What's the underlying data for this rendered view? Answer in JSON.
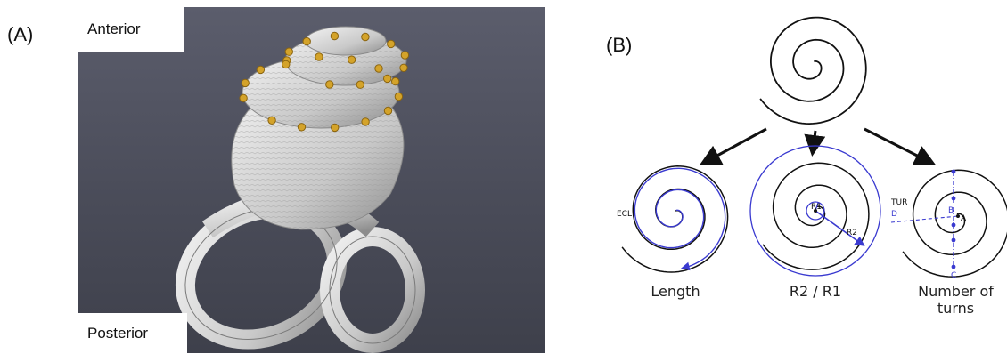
{
  "panel_a": {
    "label": "(A)",
    "anterior_tag": "Anterior",
    "posterior_tag": "Posterior",
    "landmark_color": "#d4a32a"
  },
  "panel_b": {
    "label": "(B)",
    "captions": {
      "length": "Length",
      "ratio": "R2 / R1",
      "turns_line1": "Number of",
      "turns_line2": "turns"
    },
    "annotations": {
      "ecl": "ECL",
      "r1": "R1",
      "r2": "R2",
      "tur": "TUR",
      "d": "D",
      "b": "B",
      "a": "A",
      "c": "C"
    },
    "colors": {
      "spiral": "#111111",
      "measure": "#3a3ad0"
    }
  }
}
